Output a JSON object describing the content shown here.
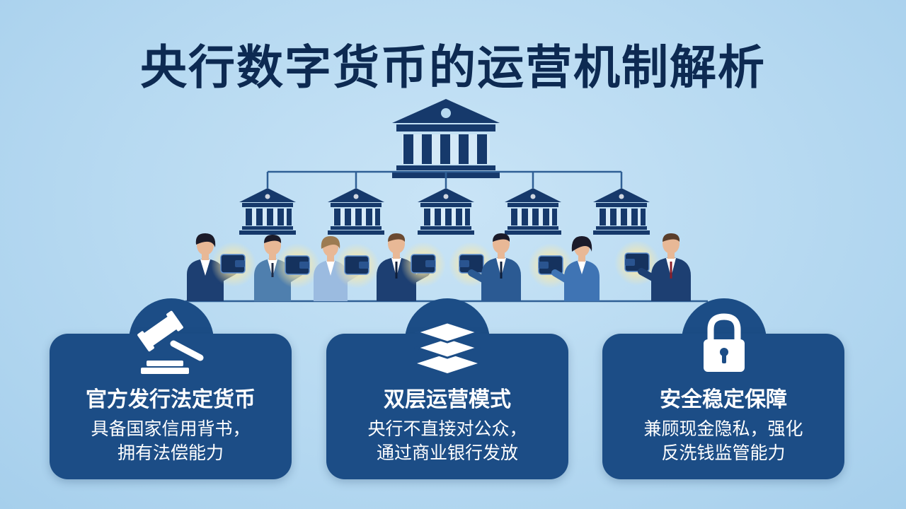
{
  "title": "央行数字货币的运营机制解析",
  "icons": {
    "central_bank": "central-bank-icon",
    "commercial_bank": "commercial-bank-icon",
    "person": "person-icon",
    "wallet": "digital-wallet-icon"
  },
  "colors": {
    "background": "#b6d9f1",
    "navy": "#16396b",
    "card": "#1c4d86",
    "title": "#0d2a52",
    "glow": "#ffe9a0"
  },
  "cards": [
    {
      "icon": "gavel-icon",
      "title": "官方发行法定货币",
      "lines": [
        "具备国家信用背书，",
        "拥有法偿能力"
      ]
    },
    {
      "icon": "layers-icon",
      "title": "双层运营模式",
      "lines": [
        "央行不直接对公众，",
        "通过商业银行发放"
      ]
    },
    {
      "icon": "padlock-icon",
      "title": "安全稳定保障",
      "lines": [
        "兼顾现金隐私，强化",
        "反洗钱监管能力"
      ]
    }
  ]
}
